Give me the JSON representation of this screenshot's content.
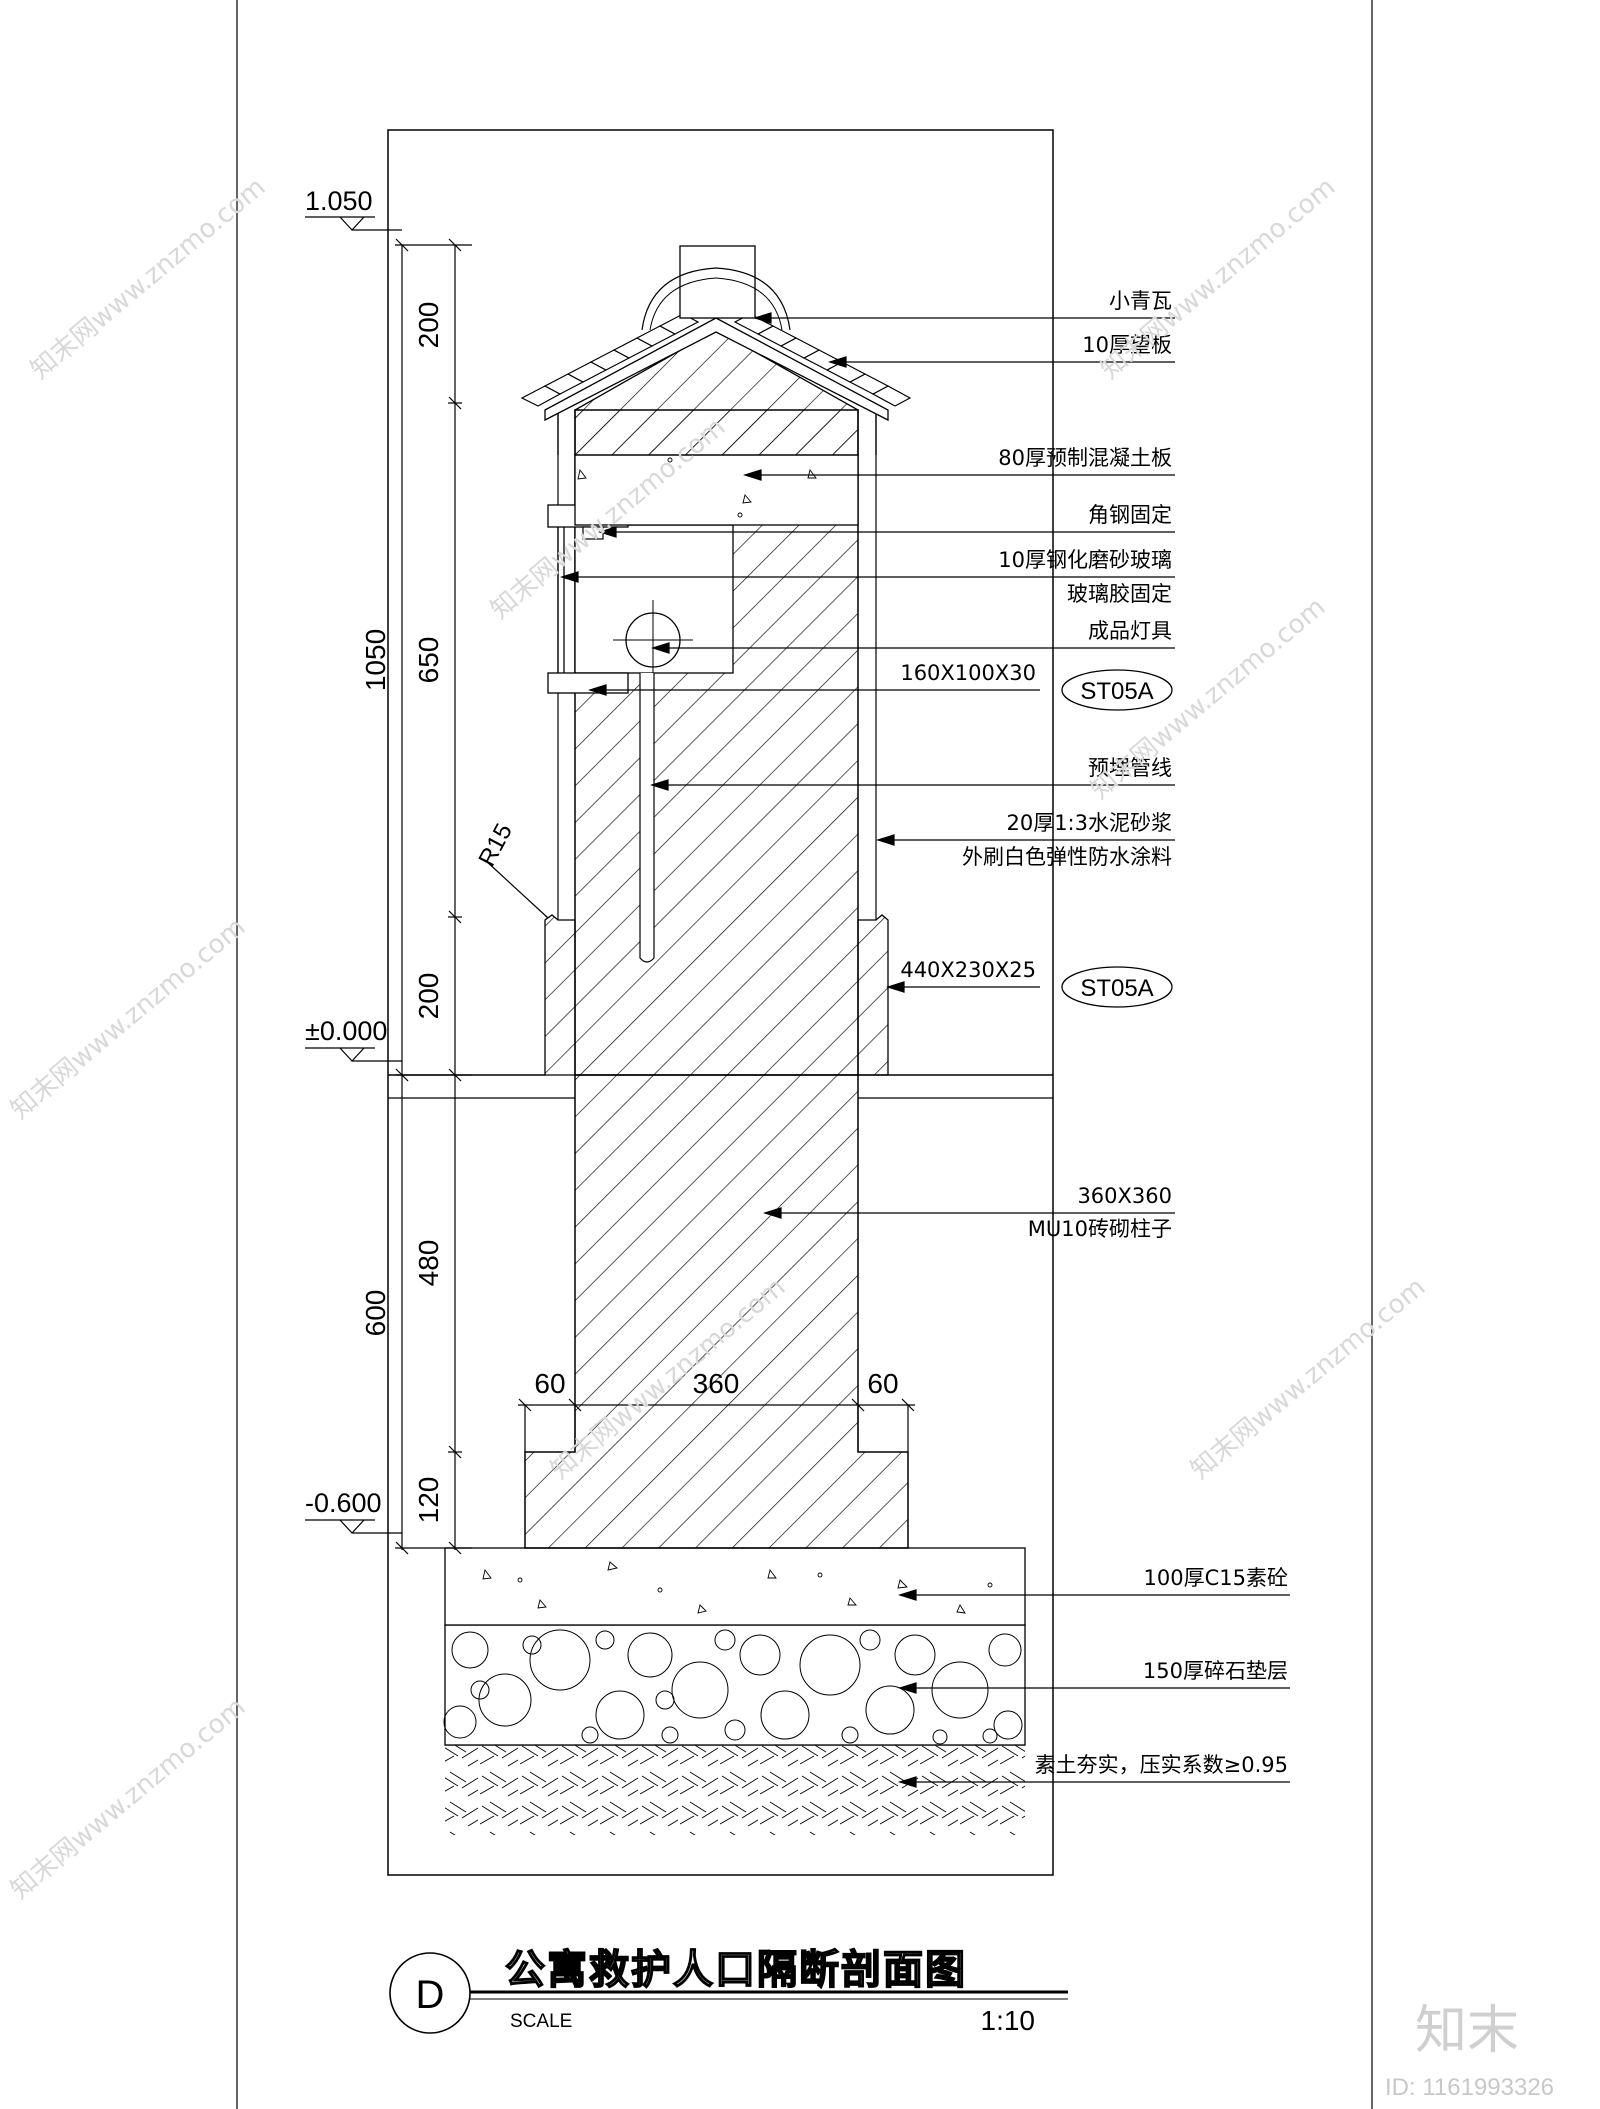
{
  "drawing": {
    "elevations": {
      "top": "1.050",
      "ground": "±0.000",
      "bottom": "-0.600"
    },
    "dimensions_vertical_inner": [
      "200",
      "650",
      "200",
      "480",
      "120"
    ],
    "dimensions_vertical_outer": [
      "1050",
      "600"
    ],
    "dimensions_horizontal": [
      "60",
      "360",
      "60"
    ],
    "radius_label": "R15",
    "labels": [
      "小青瓦",
      "10厚望板",
      "80厚预制混凝土板",
      "角钢固定",
      "10厚钢化磨砂玻璃",
      "玻璃胶固定",
      "成品灯具",
      "160X100X30",
      "预埋管线",
      "20厚1:3水泥砂浆",
      "外刷白色弹性防水涂料",
      "440X230X25",
      "360X360",
      "MU10砖砌柱子",
      "100厚C15素砼",
      "150厚碎石垫层",
      "素土夯实，压实系数≥0.95"
    ],
    "material_tags": [
      "ST05A",
      "ST05A"
    ]
  },
  "title_block": {
    "marker": "D",
    "title": "公寓救护人口隔断剖面图",
    "scale_label": "SCALE",
    "scale_value": "1:10"
  },
  "watermark": {
    "brand": "知末",
    "id": "ID: 1161993326",
    "text": "知末网www.znzmo.com"
  }
}
